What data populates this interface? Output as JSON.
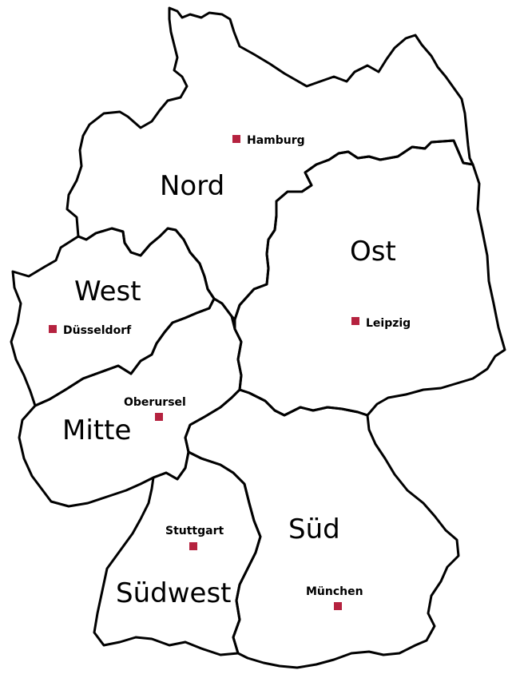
{
  "colors": {
    "border": "#000000",
    "marker": "#b5223f",
    "background": "#ffffff"
  },
  "regions": [
    {
      "key": "nord",
      "name": "Nord"
    },
    {
      "key": "ost",
      "name": "Ost"
    },
    {
      "key": "west",
      "name": "West"
    },
    {
      "key": "mitte",
      "name": "Mitte"
    },
    {
      "key": "sued",
      "name": "Süd"
    },
    {
      "key": "suedwest",
      "name": "Südwest"
    }
  ],
  "cities": [
    {
      "key": "hamburg",
      "name": "Hamburg",
      "region": "Nord"
    },
    {
      "key": "leipzig",
      "name": "Leipzig",
      "region": "Ost"
    },
    {
      "key": "duesseldorf",
      "name": "Düsseldorf",
      "region": "West"
    },
    {
      "key": "oberursel",
      "name": "Oberursel",
      "region": "Mitte"
    },
    {
      "key": "stuttgart",
      "name": "Stuttgart",
      "region": "Südwest"
    },
    {
      "key": "muenchen",
      "name": "München",
      "region": "Süd"
    }
  ]
}
